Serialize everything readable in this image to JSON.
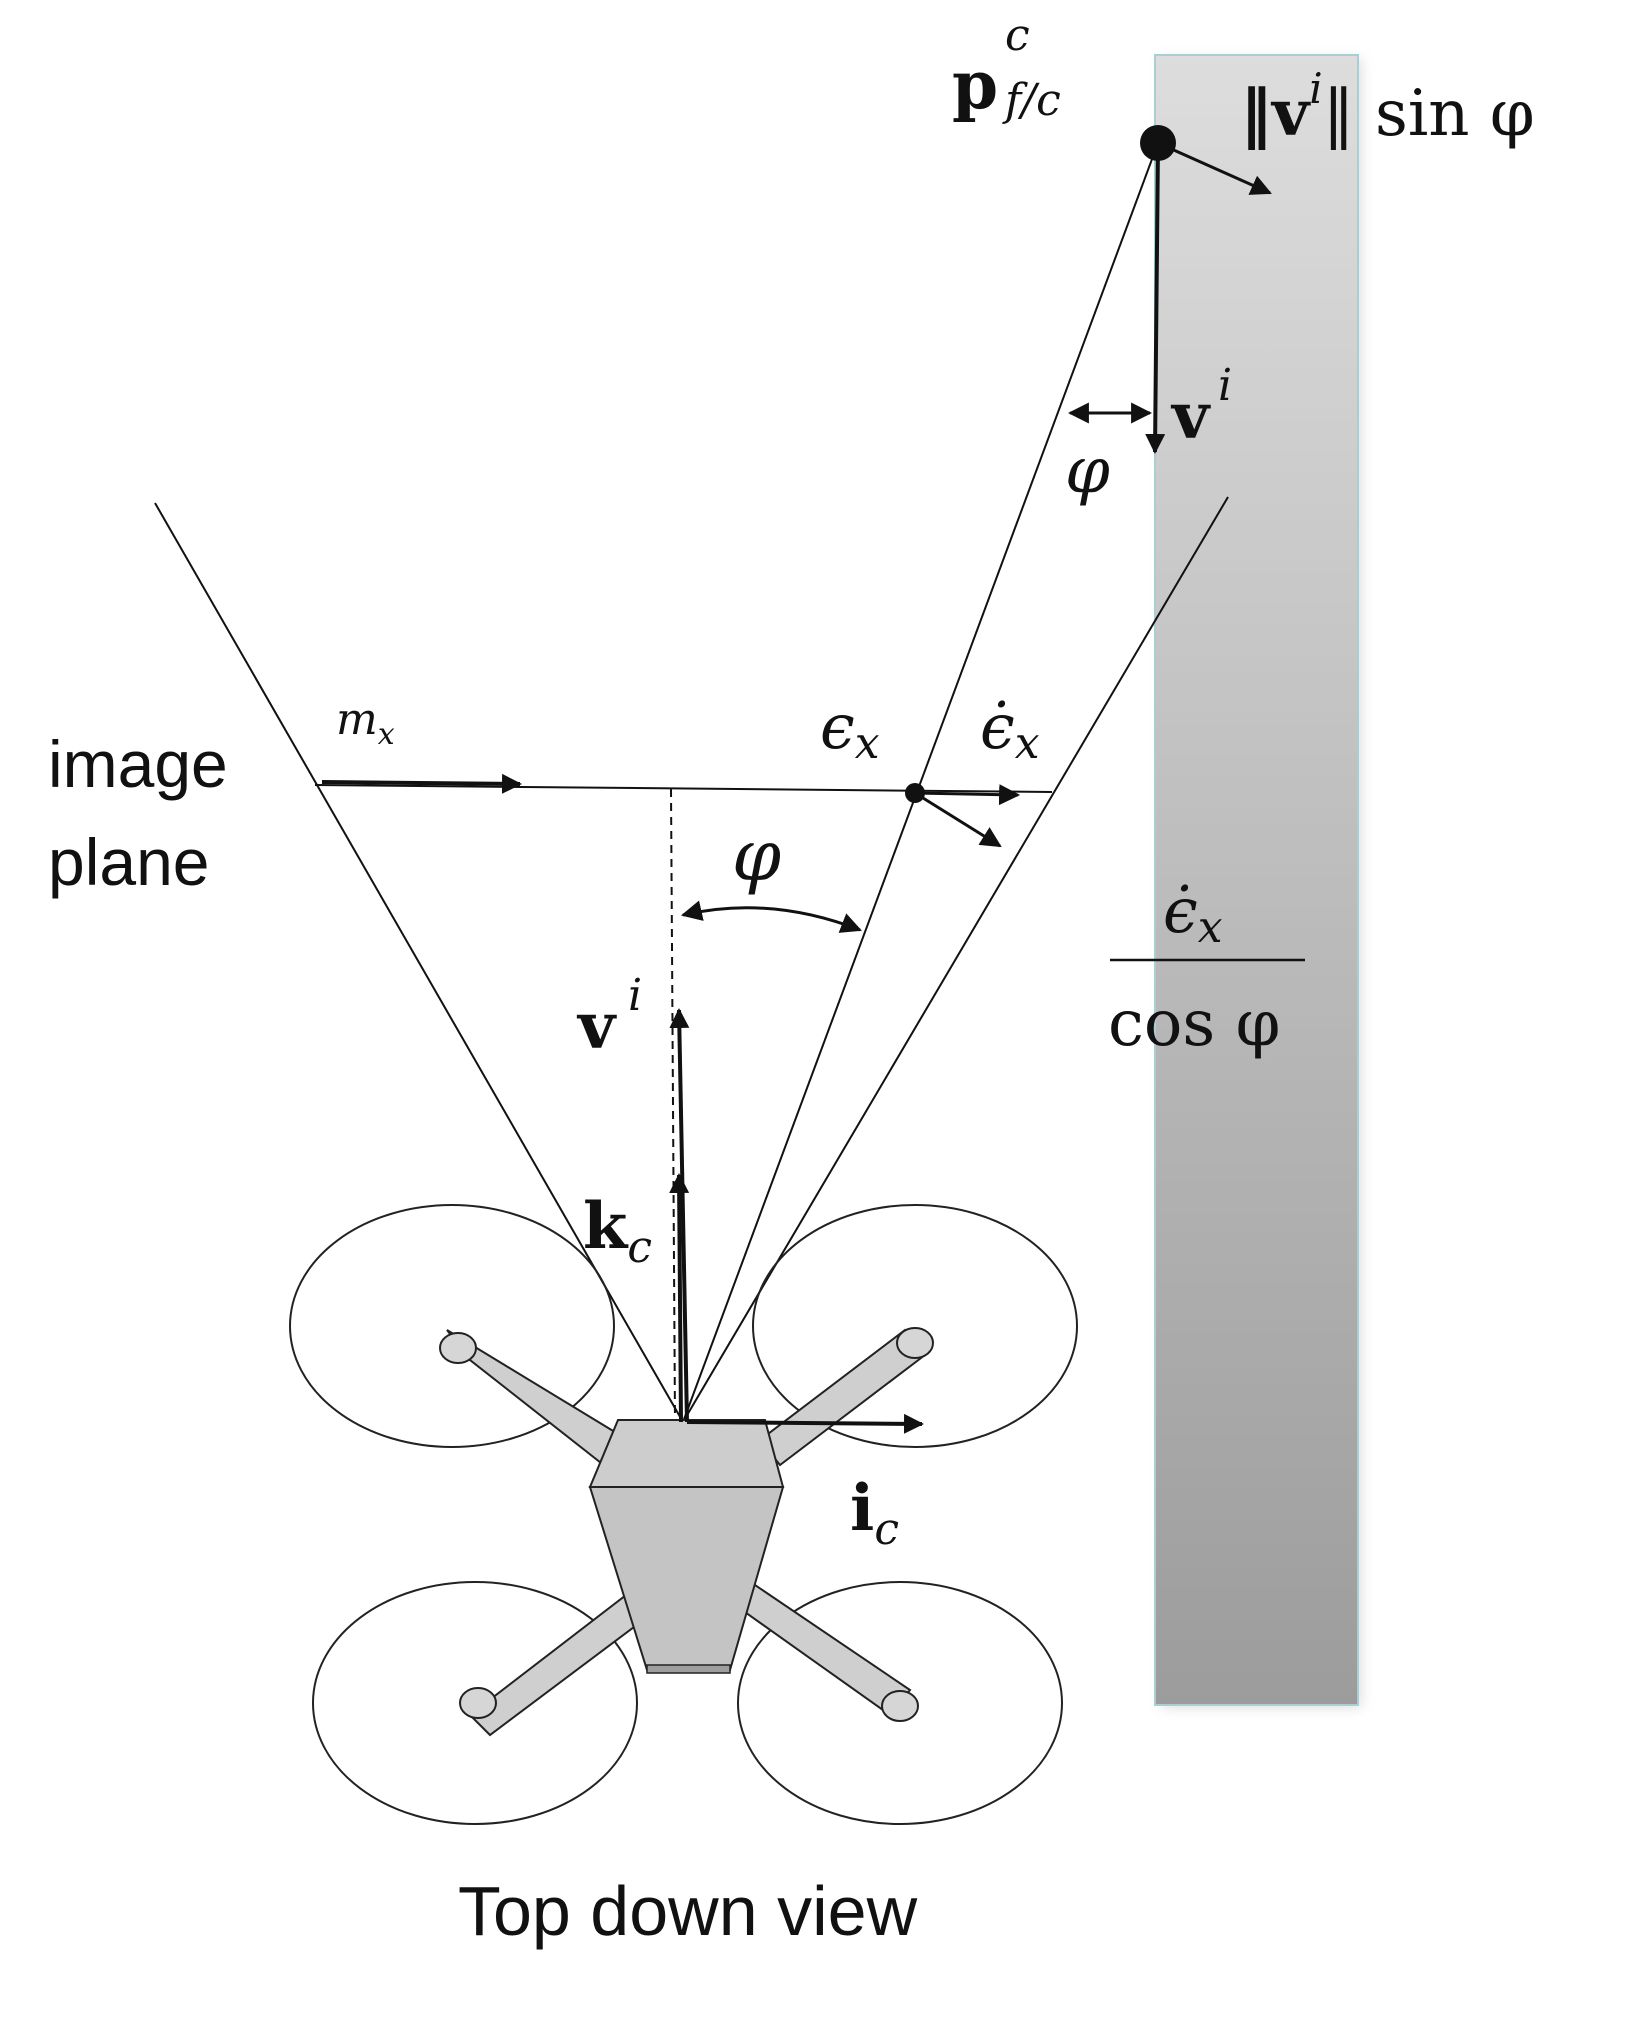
{
  "labels": {
    "image_plane_line1": "image",
    "image_plane_line2": "plane",
    "caption": "Top down view",
    "feature_point_main": "p",
    "feature_point_sup": "c",
    "feature_point_sub": "f/c",
    "tangential_norm": "‖v",
    "tangential_norm_sup": "i",
    "tangential_rest": "‖ sin φ",
    "velocity_top": "v",
    "velocity_top_sup": "i",
    "phi_top": "φ",
    "phi_mid": "φ",
    "m_x_main": "m",
    "m_x_sub": "x",
    "eps_main": "ϵ",
    "eps_sub": "x",
    "eps_dot_main": "ϵ̇",
    "eps_dot_sub": "x",
    "fraction_num_main": "ϵ̇",
    "fraction_num_sub": "x",
    "fraction_den": "cos φ",
    "velocity_mid": "v",
    "velocity_mid_sup": "i",
    "k_axis_main": "k",
    "k_axis_sub": "c",
    "i_axis_main": "i",
    "i_axis_sub": "c"
  },
  "colors": {
    "line": "#111111",
    "wall_top": "#dcdcdc",
    "wall_bottom": "#9e9e9e",
    "wall_edge": "#a9cfd3",
    "drone_fill": "#cfcfcf",
    "drone_stroke": "#222222"
  }
}
